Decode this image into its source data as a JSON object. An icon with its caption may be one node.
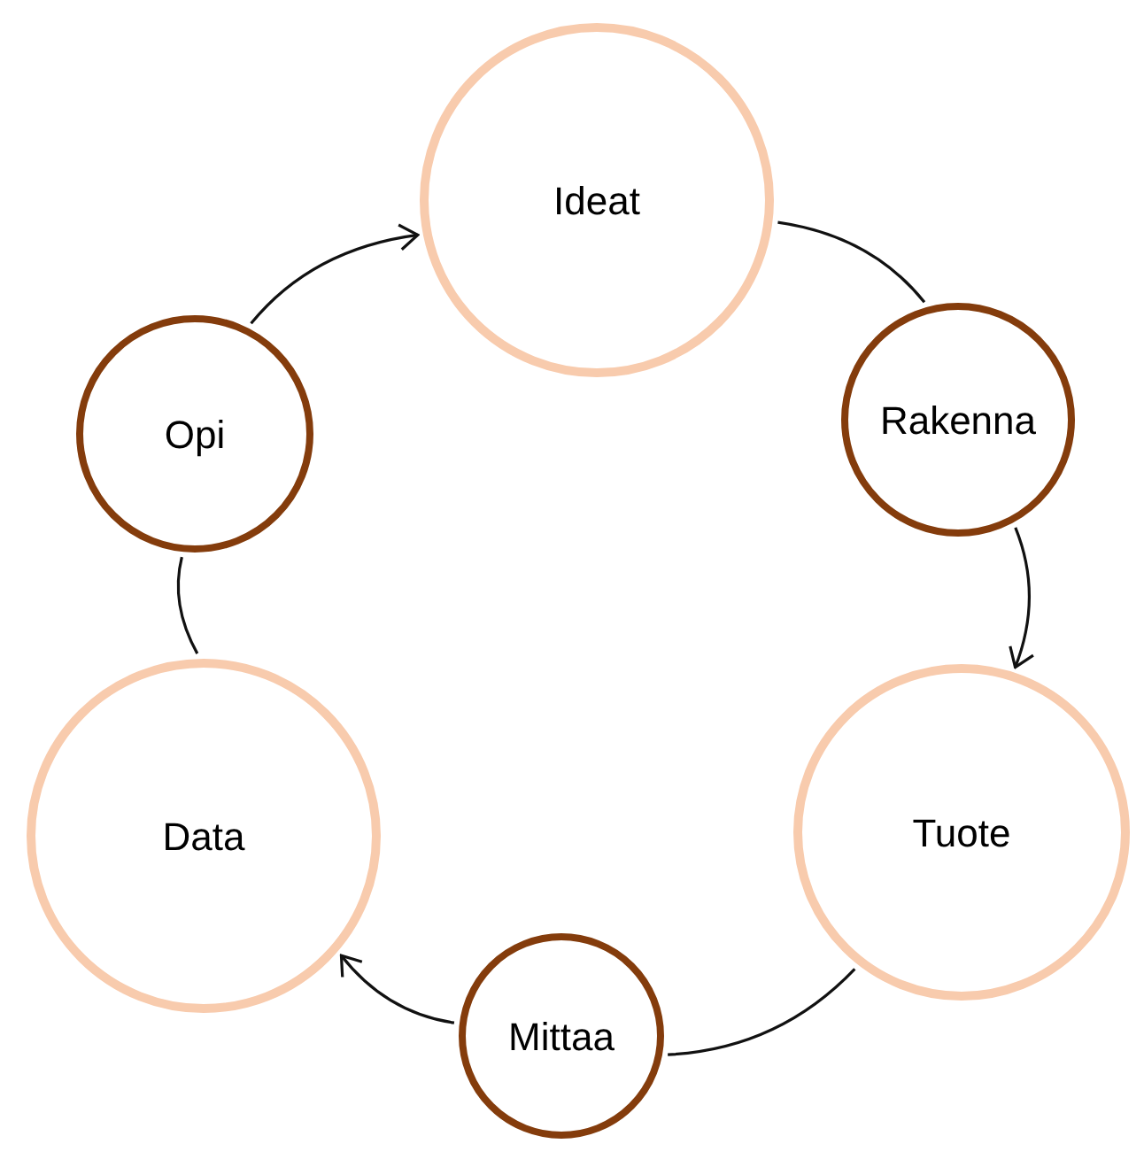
{
  "diagram": {
    "nodes": [
      {
        "text": [
          "Ideat"
        ]
      },
      {
        "text": [
          "Rakenna"
        ]
      },
      {
        "text": [
          "Tuote"
        ]
      },
      {
        "text": [
          "Mittaa"
        ]
      },
      {
        "text": [
          "Data"
        ]
      },
      {
        "text": [
          "Opi"
        ]
      }
    ],
    "edges": [
      {
        "from": 0,
        "to": 1,
        "arrow": "none"
      },
      {
        "from": 1,
        "to": 2,
        "arrow": "to"
      },
      {
        "from": 2,
        "to": 3,
        "arrow": "none"
      },
      {
        "from": 3,
        "to": 4,
        "arrow": "to"
      },
      {
        "from": 4,
        "to": 5,
        "arrow": "none"
      },
      {
        "from": 5,
        "to": 0,
        "arrow": "to"
      }
    ]
  }
}
